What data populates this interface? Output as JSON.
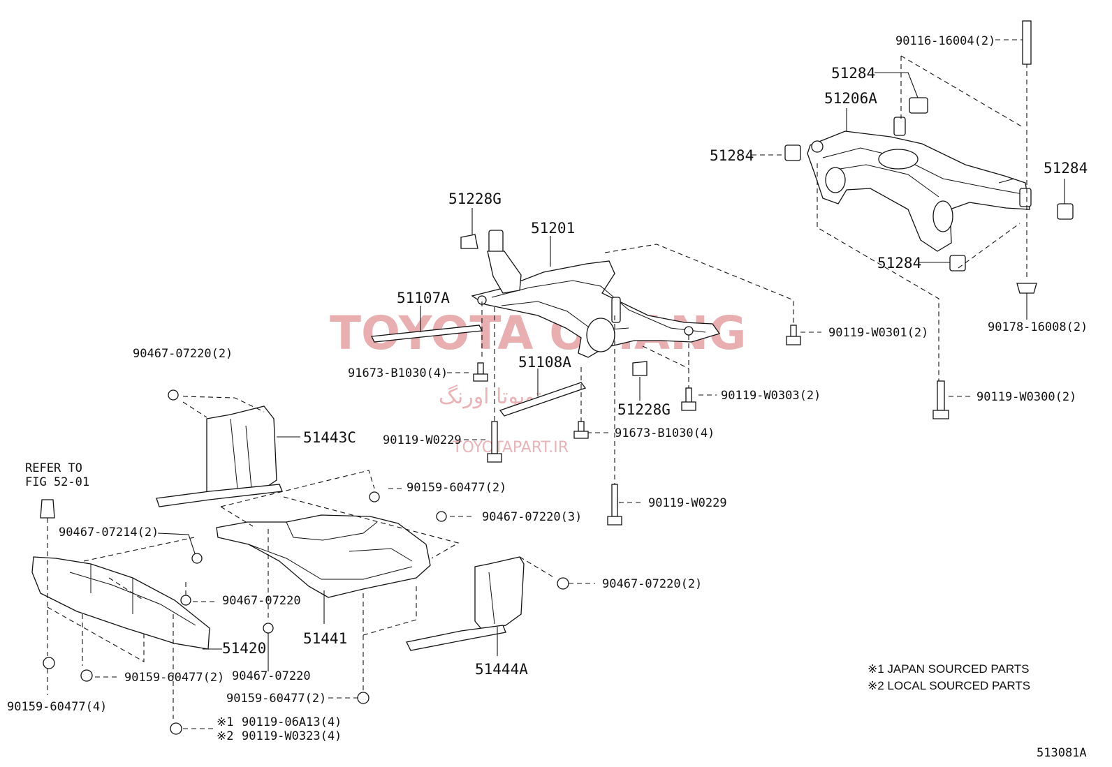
{
  "watermark": {
    "brand": "TOYOTA OMANG",
    "farsi": "تویوتا اورنگ",
    "site": "TOYOTAPART.IR"
  },
  "refer": {
    "line1": "REFER TO",
    "line2": "FIG 52-01"
  },
  "notes": {
    "japan": "※1 JAPAN SOURCED PARTS",
    "local": "※2 LOCAL SOURCED PARTS"
  },
  "figure_number": "513081A",
  "parts": {
    "p51284_top": "51284",
    "p51206A": "51206A",
    "p51284_left": "51284",
    "p51284_right": "51284",
    "p51284_bottom": "51284",
    "p90116": "90116-16004(2)",
    "p90178": "90178-16008(2)",
    "p90119_W0300": "90119-W0300(2)",
    "p90119_W0301": "90119-W0301(2)",
    "p90119_W0303": "90119-W0303(2)",
    "p51228G_top": "51228G",
    "p51201": "51201",
    "p51107A": "51107A",
    "p51108A": "51108A",
    "p51228G_right": "51228G",
    "p91673_left": "91673-B1030(4)",
    "p91673_right": "91673-B1030(4)",
    "p90119_W0229_a": "90119-W0229",
    "p90119_W0229_b": "90119-W0229",
    "p90467_07220_2a": "90467-07220(2)",
    "p51443C": "51443C",
    "p90159_60477_2a": "90159-60477(2)",
    "p90467_07220_3": "90467-07220(3)",
    "p90467_07214": "90467-07214(2)",
    "p90467_07220_a": "90467-07220",
    "p90467_07220_b": "90467-07220",
    "p90467_07220_2b": "90467-07220(2)",
    "p51420": "51420",
    "p51441": "51441",
    "p51444A": "51444A",
    "p90159_60477_2b": "90159-60477(2)",
    "p90159_60477_4": "90159-60477(4)",
    "p90159_60477_2c": "90159-60477(2)",
    "p90119_06A13_mark": "※1",
    "p90119_06A13": "90119-06A13(4)",
    "p90119_W0323_mark": "※2",
    "p90119_W0323": "90119-W0323(4)"
  }
}
